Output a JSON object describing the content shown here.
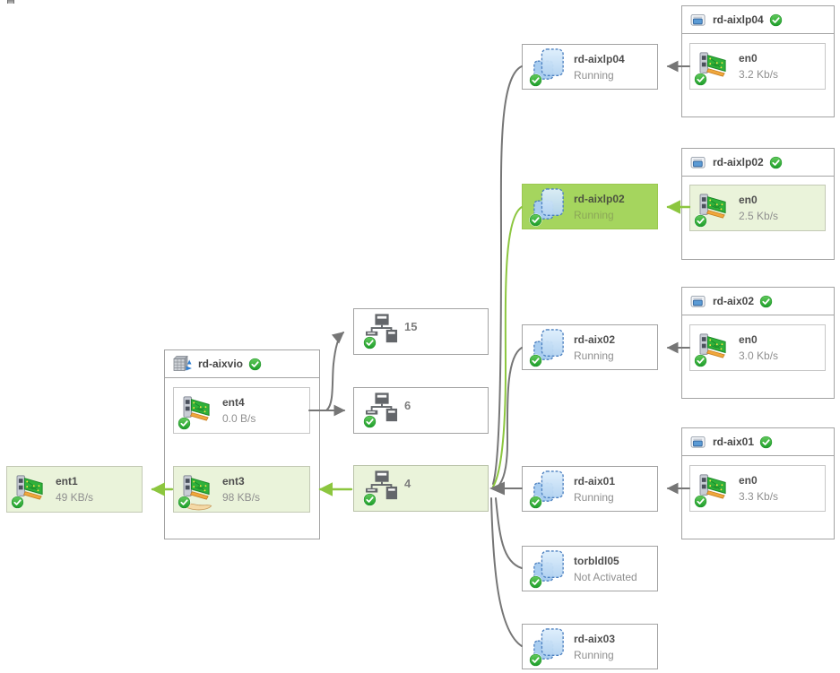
{
  "diagram": {
    "type": "virtual-network-topology",
    "colors": {
      "highlight_strong": "#a5d55e",
      "highlight_soft": "#eaf3da",
      "edge_gray": "#767676",
      "edge_green": "#8cc63f",
      "status_ok_green": "#2fae39"
    },
    "icons": {
      "status": "check-circle-icon",
      "adapter": "network-card-icon",
      "shared_adapter": "network-card-hand-icon",
      "lpar": "partition-icon",
      "vlan": "network-switch-icon",
      "vio_server": "server-stack-icon",
      "host": "virtual-machine-icon"
    }
  },
  "ent1": {
    "label": "ent1",
    "rate": "49 KB/s"
  },
  "vio": {
    "title": "rd-aixvio",
    "adapters": [
      {
        "label": "ent4",
        "rate": "0.0 B/s"
      },
      {
        "label": "ent3",
        "rate": "98 KB/s"
      }
    ]
  },
  "vlans": [
    {
      "label": "15"
    },
    {
      "label": "6"
    },
    {
      "label": "4"
    }
  ],
  "lpars": [
    {
      "label": "rd-aixlp04",
      "status": "Running"
    },
    {
      "label": "rd-aixlp02",
      "status": "Running"
    },
    {
      "label": "rd-aix02",
      "status": "Running"
    },
    {
      "label": "rd-aix01",
      "status": "Running"
    },
    {
      "label": "torbldl05",
      "status": "Not Activated"
    },
    {
      "label": "rd-aix03",
      "status": "Running"
    }
  ],
  "hosts": [
    {
      "title": "rd-aixlp04",
      "adapter": "en0",
      "rate": "3.2 Kb/s"
    },
    {
      "title": "rd-aixlp02",
      "adapter": "en0",
      "rate": "2.5 Kb/s"
    },
    {
      "title": "rd-aix02",
      "adapter": "en0",
      "rate": "3.0 Kb/s"
    },
    {
      "title": "rd-aix01",
      "adapter": "en0",
      "rate": "3.3 Kb/s"
    }
  ]
}
